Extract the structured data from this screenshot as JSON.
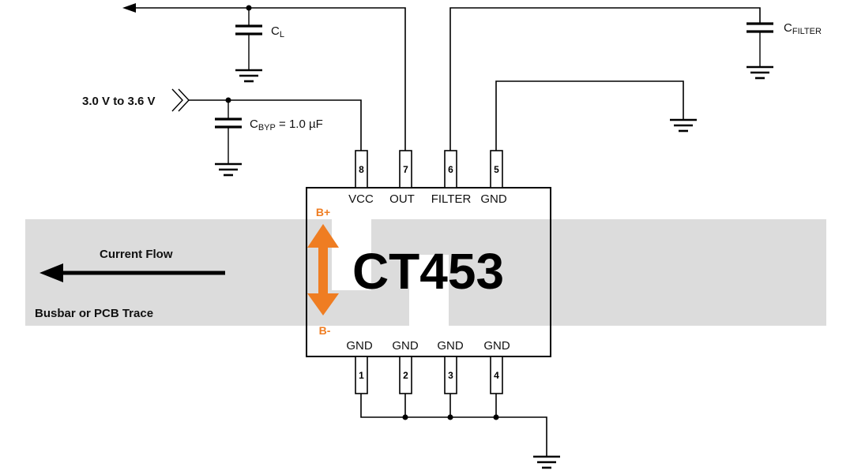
{
  "chip": {
    "name": "CT453",
    "top_pins": [
      {
        "number": "8",
        "name": "VCC"
      },
      {
        "number": "7",
        "name": "OUT"
      },
      {
        "number": "6",
        "name": "FILTER"
      },
      {
        "number": "5",
        "name": "GND"
      }
    ],
    "bottom_pins": [
      {
        "number": "1",
        "name": "GND"
      },
      {
        "number": "2",
        "name": "GND"
      },
      {
        "number": "3",
        "name": "GND"
      },
      {
        "number": "4",
        "name": "GND"
      }
    ],
    "field_plus": "B+",
    "field_minus": "B-"
  },
  "supply": {
    "label": "3.0 V to 3.6 V"
  },
  "capacitors": {
    "load": {
      "main": "C",
      "sub": "L"
    },
    "bypass": {
      "main": "C",
      "sub": "BYP",
      "value": " = 1.0 µF"
    },
    "filter": {
      "main": "C",
      "sub": "FILTER"
    }
  },
  "busbar": {
    "current_flow_label": "Current Flow",
    "trace_label": "Busbar or PCB Trace"
  },
  "colors": {
    "busbar": "#dcdcdc",
    "field_arrow": "#ef7d22",
    "wire": "#000000"
  }
}
